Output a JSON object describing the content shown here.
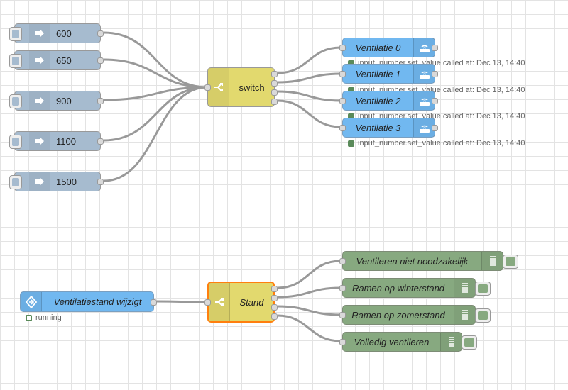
{
  "colors": {
    "inject": "#a6bbcf",
    "switch": "#e2d96e",
    "service": "#71b8f0",
    "debug": "#87a980",
    "wire": "#999999",
    "status_green": "#5a8a5a",
    "selected_border": "#ff7f0e"
  },
  "icons": {
    "inject": "arrow-in-icon",
    "switch": "switch-branch-icon",
    "service": "router-icon",
    "event": "event-state-icon",
    "debug": "debug-list-icon"
  },
  "flow1": {
    "injects": [
      {
        "label": "600"
      },
      {
        "label": "650"
      },
      {
        "label": "900"
      },
      {
        "label": "1100"
      },
      {
        "label": "1500"
      }
    ],
    "switch": {
      "label": "switch"
    },
    "services": [
      {
        "label": "Ventilatie 0",
        "status": "input_number.set_value called at: Dec 13, 14:40"
      },
      {
        "label": "Ventilatie 1",
        "status": "input_number.set_value called at: Dec 13, 14:40"
      },
      {
        "label": "Ventilatie 2",
        "status": "input_number.set_value called at: Dec 13, 14:40"
      },
      {
        "label": "Ventilatie 3",
        "status": "input_number.set_value called at: Dec 13, 14:40"
      }
    ]
  },
  "flow2": {
    "event": {
      "label": "Ventilatiestand wijzigt",
      "status": "running"
    },
    "switch": {
      "label": "Stand"
    },
    "debugs": [
      {
        "label": "Ventileren niet noodzakelijk"
      },
      {
        "label": "Ramen op winterstand"
      },
      {
        "label": "Ramen op zomerstand"
      },
      {
        "label": "Volledig ventileren"
      }
    ]
  }
}
